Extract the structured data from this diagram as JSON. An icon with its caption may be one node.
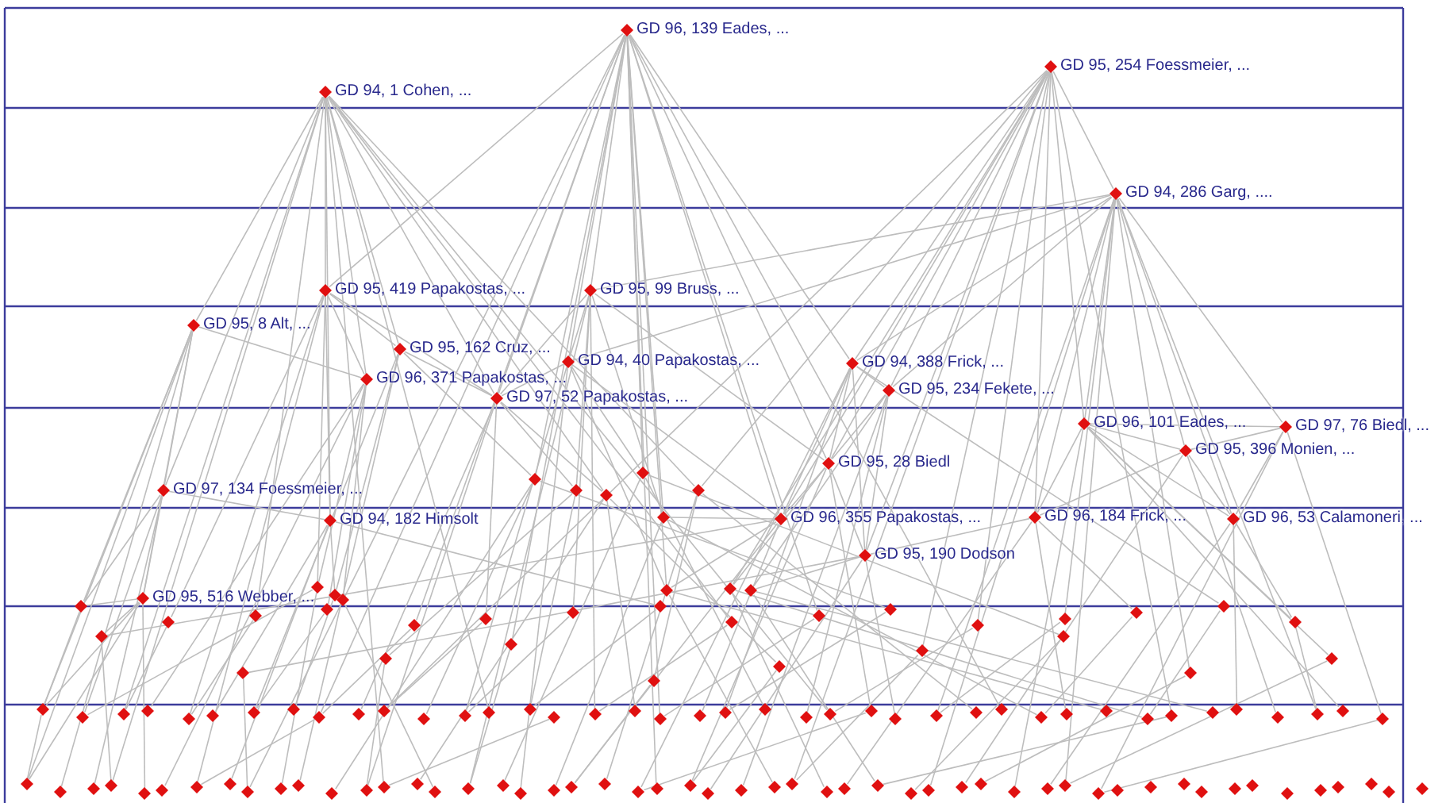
{
  "diagram": {
    "nodes": [
      {
        "text": [
          "GD 96, 139 Eades, ..."
        ]
      },
      {
        "text": [
          "GD 94, 1 Cohen, ..."
        ]
      },
      {
        "text": [
          "GD 95, 254 Foessmeier, ..."
        ]
      },
      {
        "text": [
          "GD 94, 286 Garg, ...."
        ]
      },
      {
        "text": [
          "GD 95, 419 Papakostas, ..."
        ]
      },
      {
        "text": [
          "GD 95, 99 Bruss, ..."
        ]
      },
      {
        "text": [
          "GD 95, 8 Alt, ..."
        ]
      },
      {
        "text": [
          "GD 95, 162 Cruz, ..."
        ]
      },
      {
        "text": [
          "GD 94, 40 Papakostas, ..."
        ]
      },
      {
        "text": [
          "GD 94, 388 Frick, ..."
        ]
      },
      {
        "text": [
          "GD 96, 371 Papakostas, ..."
        ]
      },
      {
        "text": [
          "GD 95, 234 Fekete, ..."
        ]
      },
      {
        "text": [
          "GD 97, 52 Papakostas, ..."
        ]
      },
      {
        "text": [
          "GD 96, 101 Eades, ..."
        ]
      },
      {
        "text": [
          "GD 97, 76 Biedl, ..."
        ]
      },
      {
        "text": [
          "GD 95, 396 Monien, ..."
        ]
      },
      {
        "text": [
          "GD 95, 28 Biedl"
        ]
      },
      {
        "text": [
          "GD 97, 134 Foessmeier, ..."
        ]
      },
      {
        "text": [
          "GD 94, 182 Himsolt"
        ]
      },
      {
        "text": [
          "GD 96, 355 Papakostas, ..."
        ]
      },
      {
        "text": [
          "GD 96, 184 Frick, ..."
        ]
      },
      {
        "text": [
          "GD 96, 53 Calamoneri, ..."
        ]
      },
      {
        "text": [
          "GD 95, 190 Dodson"
        ]
      },
      {
        "text": [
          "GD 95, 516 Webber, ..."
        ]
      },
      {
        "text": [],
        "shape": "diamond"
      },
      {
        "text": [],
        "shape": "diamond"
      },
      {
        "text": [],
        "shape": "diamond"
      },
      {
        "text": [],
        "shape": "diamond"
      },
      {
        "text": [],
        "shape": "diamond"
      },
      {
        "text": [],
        "shape": "diamond"
      },
      {
        "text": [],
        "shape": "diamond"
      },
      {
        "text": [],
        "shape": "diamond"
      },
      {
        "text": [],
        "shape": "diamond"
      },
      {
        "text": [],
        "shape": "diamond"
      },
      {
        "text": [],
        "shape": "diamond"
      },
      {
        "text": [],
        "shape": "diamond"
      },
      {
        "text": [],
        "shape": "diamond"
      },
      {
        "text": [],
        "shape": "diamond"
      },
      {
        "text": [],
        "shape": "diamond"
      },
      {
        "text": [],
        "shape": "diamond"
      },
      {
        "text": [],
        "shape": "diamond"
      },
      {
        "text": [],
        "shape": "diamond"
      },
      {
        "text": [],
        "shape": "diamond"
      },
      {
        "text": [],
        "shape": "diamond"
      },
      {
        "text": [],
        "shape": "diamond"
      },
      {
        "text": [],
        "shape": "diamond"
      },
      {
        "text": [],
        "shape": "diamond"
      },
      {
        "text": [],
        "shape": "diamond"
      },
      {
        "text": [],
        "shape": "diamond"
      },
      {
        "text": [],
        "shape": "diamond"
      },
      {
        "text": [],
        "shape": "diamond"
      },
      {
        "text": [],
        "shape": "diamond"
      },
      {
        "text": [],
        "shape": "diamond"
      },
      {
        "text": [],
        "shape": "diamond"
      },
      {
        "text": [],
        "shape": "diamond"
      },
      {
        "text": [],
        "shape": "diamond"
      },
      {
        "text": [],
        "shape": "diamond"
      },
      {
        "text": [],
        "shape": "diamond"
      },
      {
        "text": [],
        "shape": "diamond"
      },
      {
        "text": [],
        "shape": "diamond"
      },
      {
        "text": [],
        "shape": "diamond"
      },
      {
        "text": [],
        "shape": "diamond"
      },
      {
        "text": [],
        "shape": "diamond"
      },
      {
        "text": [],
        "shape": "diamond"
      },
      {
        "text": [],
        "shape": "diamond"
      },
      {
        "text": [],
        "shape": "diamond"
      },
      {
        "text": [],
        "shape": "diamond"
      },
      {
        "text": [],
        "shape": "diamond"
      },
      {
        "text": [],
        "shape": "diamond"
      },
      {
        "text": [],
        "shape": "diamond"
      },
      {
        "text": [],
        "shape": "diamond"
      },
      {
        "text": [],
        "shape": "diamond"
      },
      {
        "text": [],
        "shape": "diamond"
      },
      {
        "text": [],
        "shape": "diamond"
      },
      {
        "text": [],
        "shape": "diamond"
      },
      {
        "text": [],
        "shape": "diamond"
      },
      {
        "text": [],
        "shape": "diamond"
      },
      {
        "text": [],
        "shape": "diamond"
      },
      {
        "text": [],
        "shape": "diamond"
      },
      {
        "text": [],
        "shape": "diamond"
      },
      {
        "text": [],
        "shape": "diamond"
      },
      {
        "text": [],
        "shape": "diamond"
      },
      {
        "text": [],
        "shape": "diamond"
      },
      {
        "text": [],
        "shape": "diamond"
      },
      {
        "text": [],
        "shape": "diamond"
      },
      {
        "text": [],
        "shape": "diamond"
      },
      {
        "text": [],
        "shape": "diamond"
      },
      {
        "text": [],
        "shape": "diamond"
      },
      {
        "text": [],
        "shape": "diamond"
      },
      {
        "text": [],
        "shape": "diamond"
      },
      {
        "text": [],
        "shape": "diamond"
      },
      {
        "text": [],
        "shape": "diamond"
      },
      {
        "text": [],
        "shape": "diamond"
      },
      {
        "text": [],
        "shape": "diamond"
      },
      {
        "text": [],
        "shape": "diamond"
      },
      {
        "text": [],
        "shape": "diamond"
      },
      {
        "text": [],
        "shape": "diamond"
      },
      {
        "text": [],
        "shape": "diamond"
      },
      {
        "text": [],
        "shape": "diamond"
      },
      {
        "text": [],
        "shape": "diamond"
      },
      {
        "text": [],
        "shape": "diamond"
      },
      {
        "text": [],
        "shape": "diamond"
      },
      {
        "text": [],
        "shape": "diamond"
      },
      {
        "text": [],
        "shape": "diamond"
      },
      {
        "text": [],
        "shape": "diamond"
      },
      {
        "text": [],
        "shape": "diamond"
      },
      {
        "text": [],
        "shape": "diamond"
      },
      {
        "text": [],
        "shape": "diamond"
      },
      {
        "text": [],
        "shape": "diamond"
      },
      {
        "text": [],
        "shape": "diamond"
      },
      {
        "text": [],
        "shape": "diamond"
      },
      {
        "text": [],
        "shape": "diamond"
      },
      {
        "text": [],
        "shape": "diamond"
      },
      {
        "text": [],
        "shape": "diamond"
      },
      {
        "text": [],
        "shape": "diamond"
      },
      {
        "text": [],
        "shape": "diamond"
      },
      {
        "text": [],
        "shape": "diamond"
      },
      {
        "text": [],
        "shape": "diamond"
      },
      {
        "text": [],
        "shape": "diamond"
      },
      {
        "text": [],
        "shape": "diamond"
      },
      {
        "text": [],
        "shape": "diamond"
      },
      {
        "text": [],
        "shape": "diamond"
      },
      {
        "text": [],
        "shape": "diamond"
      },
      {
        "text": [],
        "shape": "diamond"
      },
      {
        "text": [],
        "shape": "diamond"
      },
      {
        "text": [],
        "shape": "diamond"
      },
      {
        "text": [],
        "shape": "diamond"
      },
      {
        "text": [],
        "shape": "diamond"
      },
      {
        "text": [],
        "shape": "diamond"
      },
      {
        "text": [],
        "shape": "diamond"
      },
      {
        "text": [],
        "shape": "diamond"
      },
      {
        "text": [],
        "shape": "diamond"
      },
      {
        "text": [],
        "shape": "diamond"
      },
      {
        "text": [],
        "shape": "diamond"
      },
      {
        "text": [],
        "shape": "diamond"
      },
      {
        "text": [],
        "shape": "diamond"
      },
      {
        "text": [],
        "shape": "diamond"
      },
      {
        "text": [],
        "shape": "diamond"
      },
      {
        "text": [],
        "shape": "diamond"
      },
      {
        "text": [],
        "shape": "diamond"
      },
      {
        "text": [],
        "shape": "diamond"
      },
      {
        "text": [],
        "shape": "diamond"
      },
      {
        "text": [],
        "shape": "diamond"
      },
      {
        "text": [],
        "shape": "diamond"
      },
      {
        "text": [],
        "shape": "diamond"
      },
      {
        "text": [],
        "shape": "diamond"
      },
      {
        "text": [],
        "shape": "diamond"
      },
      {
        "text": [],
        "shape": "diamond"
      },
      {
        "text": [],
        "shape": "diamond"
      },
      {
        "text": [],
        "shape": "diamond"
      },
      {
        "text": [],
        "shape": "diamond"
      },
      {
        "text": [],
        "shape": "diamond"
      },
      {
        "text": [],
        "shape": "diamond"
      },
      {
        "text": [],
        "shape": "diamond"
      }
    ],
    "edges": [
      {
        "from": 0,
        "to": 4,
        "arrow": "none"
      },
      {
        "from": 0,
        "to": 5,
        "arrow": "none"
      },
      {
        "from": 0,
        "to": 8,
        "arrow": "none"
      },
      {
        "from": 0,
        "to": 9,
        "arrow": "none"
      },
      {
        "from": 0,
        "to": 12,
        "arrow": "none"
      },
      {
        "from": 0,
        "to": 16,
        "arrow": "none"
      },
      {
        "from": 0,
        "to": 19,
        "arrow": "none"
      },
      {
        "from": 0,
        "to": 24,
        "arrow": "none"
      },
      {
        "from": 0,
        "to": 27,
        "arrow": "none"
      },
      {
        "from": 0,
        "to": 29,
        "arrow": "none"
      },
      {
        "from": 0,
        "to": 33,
        "arrow": "none"
      },
      {
        "from": 0,
        "to": 40,
        "arrow": "none"
      },
      {
        "from": 0,
        "to": 45,
        "arrow": "none"
      },
      {
        "from": 0,
        "to": 55,
        "arrow": "none"
      },
      {
        "from": 0,
        "to": 70,
        "arrow": "none"
      },
      {
        "from": 0,
        "to": 80,
        "arrow": "none"
      },
      {
        "from": 0,
        "to": 90,
        "arrow": "none"
      },
      {
        "from": 0,
        "to": 110,
        "arrow": "none"
      },
      {
        "from": 0,
        "to": 125,
        "arrow": "none"
      },
      {
        "from": 1,
        "to": 4,
        "arrow": "none"
      },
      {
        "from": 1,
        "to": 6,
        "arrow": "none"
      },
      {
        "from": 1,
        "to": 7,
        "arrow": "none"
      },
      {
        "from": 1,
        "to": 10,
        "arrow": "none"
      },
      {
        "from": 1,
        "to": 12,
        "arrow": "none"
      },
      {
        "from": 1,
        "to": 17,
        "arrow": "none"
      },
      {
        "from": 1,
        "to": 18,
        "arrow": "none"
      },
      {
        "from": 1,
        "to": 26,
        "arrow": "none"
      },
      {
        "from": 1,
        "to": 28,
        "arrow": "none"
      },
      {
        "from": 1,
        "to": 38,
        "arrow": "none"
      },
      {
        "from": 1,
        "to": 44,
        "arrow": "none"
      },
      {
        "from": 1,
        "to": 64,
        "arrow": "none"
      },
      {
        "from": 1,
        "to": 75,
        "arrow": "none"
      },
      {
        "from": 1,
        "to": 85,
        "arrow": "none"
      },
      {
        "from": 1,
        "to": 105,
        "arrow": "none"
      },
      {
        "from": 1,
        "to": 115,
        "arrow": "none"
      },
      {
        "from": 2,
        "to": 3,
        "arrow": "none"
      },
      {
        "from": 2,
        "to": 9,
        "arrow": "none"
      },
      {
        "from": 2,
        "to": 11,
        "arrow": "none"
      },
      {
        "from": 2,
        "to": 13,
        "arrow": "none"
      },
      {
        "from": 2,
        "to": 16,
        "arrow": "none"
      },
      {
        "from": 2,
        "to": 19,
        "arrow": "none"
      },
      {
        "from": 2,
        "to": 20,
        "arrow": "none"
      },
      {
        "from": 2,
        "to": 22,
        "arrow": "none"
      },
      {
        "from": 2,
        "to": 28,
        "arrow": "none"
      },
      {
        "from": 2,
        "to": 34,
        "arrow": "none"
      },
      {
        "from": 2,
        "to": 47,
        "arrow": "none"
      },
      {
        "from": 2,
        "to": 58,
        "arrow": "none"
      },
      {
        "from": 2,
        "to": 72,
        "arrow": "none"
      },
      {
        "from": 2,
        "to": 95,
        "arrow": "none"
      },
      {
        "from": 2,
        "to": 130,
        "arrow": "none"
      },
      {
        "from": 3,
        "to": 9,
        "arrow": "none"
      },
      {
        "from": 3,
        "to": 11,
        "arrow": "none"
      },
      {
        "from": 3,
        "to": 13,
        "arrow": "none"
      },
      {
        "from": 3,
        "to": 14,
        "arrow": "none"
      },
      {
        "from": 3,
        "to": 15,
        "arrow": "none"
      },
      {
        "from": 3,
        "to": 20,
        "arrow": "none"
      },
      {
        "from": 3,
        "to": 21,
        "arrow": "none"
      },
      {
        "from": 3,
        "to": 5,
        "arrow": "none"
      },
      {
        "from": 3,
        "to": 8,
        "arrow": "none"
      },
      {
        "from": 3,
        "to": 48,
        "arrow": "none"
      },
      {
        "from": 3,
        "to": 60,
        "arrow": "none"
      },
      {
        "from": 3,
        "to": 88,
        "arrow": "none"
      },
      {
        "from": 3,
        "to": 99,
        "arrow": "none"
      },
      {
        "from": 3,
        "to": 135,
        "arrow": "none"
      },
      {
        "from": 3,
        "to": 140,
        "arrow": "none"
      },
      {
        "from": 4,
        "to": 7,
        "arrow": "none"
      },
      {
        "from": 4,
        "to": 10,
        "arrow": "none"
      },
      {
        "from": 4,
        "to": 12,
        "arrow": "none"
      },
      {
        "from": 4,
        "to": 18,
        "arrow": "none"
      },
      {
        "from": 4,
        "to": 30,
        "arrow": "none"
      },
      {
        "from": 4,
        "to": 37,
        "arrow": "none"
      },
      {
        "from": 4,
        "to": 66,
        "arrow": "none"
      },
      {
        "from": 4,
        "to": 108,
        "arrow": "none"
      },
      {
        "from": 5,
        "to": 8,
        "arrow": "none"
      },
      {
        "from": 5,
        "to": 12,
        "arrow": "none"
      },
      {
        "from": 5,
        "to": 16,
        "arrow": "none"
      },
      {
        "from": 5,
        "to": 25,
        "arrow": "none"
      },
      {
        "from": 5,
        "to": 29,
        "arrow": "none"
      },
      {
        "from": 5,
        "to": 42,
        "arrow": "none"
      },
      {
        "from": 5,
        "to": 78,
        "arrow": "none"
      },
      {
        "from": 5,
        "to": 118,
        "arrow": "none"
      },
      {
        "from": 6,
        "to": 17,
        "arrow": "none"
      },
      {
        "from": 6,
        "to": 23,
        "arrow": "none"
      },
      {
        "from": 6,
        "to": 10,
        "arrow": "none"
      },
      {
        "from": 6,
        "to": 36,
        "arrow": "none"
      },
      {
        "from": 6,
        "to": 62,
        "arrow": "none"
      },
      {
        "from": 6,
        "to": 102,
        "arrow": "none"
      },
      {
        "from": 6,
        "to": 103,
        "arrow": "none"
      },
      {
        "from": 7,
        "to": 12,
        "arrow": "none"
      },
      {
        "from": 7,
        "to": 24,
        "arrow": "none"
      },
      {
        "from": 7,
        "to": 31,
        "arrow": "none"
      },
      {
        "from": 7,
        "to": 68,
        "arrow": "none"
      },
      {
        "from": 7,
        "to": 112,
        "arrow": "none"
      },
      {
        "from": 8,
        "to": 12,
        "arrow": "none"
      },
      {
        "from": 8,
        "to": 19,
        "arrow": "none"
      },
      {
        "from": 8,
        "to": 27,
        "arrow": "none"
      },
      {
        "from": 8,
        "to": 33,
        "arrow": "none"
      },
      {
        "from": 8,
        "to": 74,
        "arrow": "none"
      },
      {
        "from": 8,
        "to": 120,
        "arrow": "none"
      },
      {
        "from": 9,
        "to": 11,
        "arrow": "none"
      },
      {
        "from": 9,
        "to": 16,
        "arrow": "none"
      },
      {
        "from": 9,
        "to": 19,
        "arrow": "none"
      },
      {
        "from": 9,
        "to": 22,
        "arrow": "none"
      },
      {
        "from": 9,
        "to": 50,
        "arrow": "none"
      },
      {
        "from": 9,
        "to": 82,
        "arrow": "none"
      },
      {
        "from": 9,
        "to": 124,
        "arrow": "none"
      },
      {
        "from": 10,
        "to": 30,
        "arrow": "none"
      },
      {
        "from": 10,
        "to": 32,
        "arrow": "none"
      },
      {
        "from": 10,
        "to": 39,
        "arrow": "none"
      },
      {
        "from": 10,
        "to": 65,
        "arrow": "none"
      },
      {
        "from": 10,
        "to": 107,
        "arrow": "none"
      },
      {
        "from": 11,
        "to": 16,
        "arrow": "none"
      },
      {
        "from": 11,
        "to": 22,
        "arrow": "none"
      },
      {
        "from": 11,
        "to": 35,
        "arrow": "none"
      },
      {
        "from": 11,
        "to": 84,
        "arrow": "none"
      },
      {
        "from": 11,
        "to": 128,
        "arrow": "none"
      },
      {
        "from": 12,
        "to": 25,
        "arrow": "none"
      },
      {
        "from": 12,
        "to": 26,
        "arrow": "none"
      },
      {
        "from": 12,
        "to": 41,
        "arrow": "none"
      },
      {
        "from": 12,
        "to": 71,
        "arrow": "none"
      },
      {
        "from": 12,
        "to": 114,
        "arrow": "none"
      },
      {
        "from": 13,
        "to": 14,
        "arrow": "none"
      },
      {
        "from": 13,
        "to": 15,
        "arrow": "none"
      },
      {
        "from": 13,
        "to": 20,
        "arrow": "none"
      },
      {
        "from": 13,
        "to": 21,
        "arrow": "none"
      },
      {
        "from": 13,
        "to": 51,
        "arrow": "none"
      },
      {
        "from": 13,
        "to": 61,
        "arrow": "none"
      },
      {
        "from": 13,
        "to": 100,
        "arrow": "none"
      },
      {
        "from": 13,
        "to": 138,
        "arrow": "none"
      },
      {
        "from": 14,
        "to": 21,
        "arrow": "none"
      },
      {
        "from": 14,
        "to": 15,
        "arrow": "none"
      },
      {
        "from": 14,
        "to": 101,
        "arrow": "none"
      },
      {
        "from": 14,
        "to": 141,
        "arrow": "none"
      },
      {
        "from": 15,
        "to": 20,
        "arrow": "none"
      },
      {
        "from": 15,
        "to": 21,
        "arrow": "none"
      },
      {
        "from": 15,
        "to": 98,
        "arrow": "none"
      },
      {
        "from": 15,
        "to": 136,
        "arrow": "none"
      },
      {
        "from": 16,
        "to": 19,
        "arrow": "none"
      },
      {
        "from": 16,
        "to": 22,
        "arrow": "none"
      },
      {
        "from": 16,
        "to": 34,
        "arrow": "none"
      },
      {
        "from": 16,
        "to": 86,
        "arrow": "none"
      },
      {
        "from": 16,
        "to": 126,
        "arrow": "none"
      },
      {
        "from": 17,
        "to": 23,
        "arrow": "none"
      },
      {
        "from": 17,
        "to": 18,
        "arrow": "none"
      },
      {
        "from": 17,
        "to": 36,
        "arrow": "none"
      },
      {
        "from": 17,
        "to": 63,
        "arrow": "none"
      },
      {
        "from": 17,
        "to": 104,
        "arrow": "none"
      },
      {
        "from": 18,
        "to": 31,
        "arrow": "none"
      },
      {
        "from": 18,
        "to": 43,
        "arrow": "none"
      },
      {
        "from": 18,
        "to": 67,
        "arrow": "none"
      },
      {
        "from": 18,
        "to": 109,
        "arrow": "none"
      },
      {
        "from": 19,
        "to": 29,
        "arrow": "none"
      },
      {
        "from": 19,
        "to": 33,
        "arrow": "none"
      },
      {
        "from": 19,
        "to": 52,
        "arrow": "none"
      },
      {
        "from": 19,
        "to": 81,
        "arrow": "none"
      },
      {
        "from": 19,
        "to": 122,
        "arrow": "none"
      },
      {
        "from": 20,
        "to": 22,
        "arrow": "none"
      },
      {
        "from": 20,
        "to": 49,
        "arrow": "none"
      },
      {
        "from": 20,
        "to": 92,
        "arrow": "none"
      },
      {
        "from": 20,
        "to": 132,
        "arrow": "none"
      },
      {
        "from": 21,
        "to": 51,
        "arrow": "none"
      },
      {
        "from": 21,
        "to": 97,
        "arrow": "none"
      },
      {
        "from": 21,
        "to": 139,
        "arrow": "none"
      },
      {
        "from": 22,
        "to": 35,
        "arrow": "none"
      },
      {
        "from": 22,
        "to": 53,
        "arrow": "none"
      },
      {
        "from": 22,
        "to": 87,
        "arrow": "none"
      },
      {
        "from": 22,
        "to": 127,
        "arrow": "none"
      },
      {
        "from": 23,
        "to": 36,
        "arrow": "none"
      },
      {
        "from": 23,
        "to": 52,
        "arrow": "none"
      },
      {
        "from": 23,
        "to": 62,
        "arrow": "none"
      },
      {
        "from": 23,
        "to": 102,
        "arrow": "none"
      },
      {
        "from": 23,
        "to": 106,
        "arrow": "none"
      },
      {
        "from": 24,
        "to": 46,
        "arrow": "none"
      },
      {
        "from": 24,
        "to": 73,
        "arrow": "none"
      },
      {
        "from": 24,
        "to": 113,
        "arrow": "none"
      },
      {
        "from": 25,
        "to": 54,
        "arrow": "none"
      },
      {
        "from": 25,
        "to": 76,
        "arrow": "none"
      },
      {
        "from": 26,
        "to": 57,
        "arrow": "none"
      },
      {
        "from": 26,
        "to": 79,
        "arrow": "none"
      },
      {
        "from": 26,
        "to": 116,
        "arrow": "none"
      },
      {
        "from": 27,
        "to": 59,
        "arrow": "none"
      },
      {
        "from": 27,
        "to": 83,
        "arrow": "none"
      },
      {
        "from": 27,
        "to": 119,
        "arrow": "none"
      },
      {
        "from": 28,
        "to": 56,
        "arrow": "none"
      },
      {
        "from": 28,
        "to": 89,
        "arrow": "none"
      },
      {
        "from": 28,
        "to": 123,
        "arrow": "none"
      },
      {
        "from": 29,
        "to": 91,
        "arrow": "none"
      },
      {
        "from": 29,
        "to": 121,
        "arrow": "none"
      },
      {
        "from": 30,
        "to": 63,
        "arrow": "none"
      },
      {
        "from": 30,
        "to": 111,
        "arrow": "none"
      },
      {
        "from": 31,
        "to": 69,
        "arrow": "none"
      },
      {
        "from": 32,
        "to": 117,
        "arrow": "none"
      },
      {
        "from": 33,
        "to": 93,
        "arrow": "none"
      },
      {
        "from": 33,
        "to": 129,
        "arrow": "none"
      },
      {
        "from": 34,
        "to": 94,
        "arrow": "none"
      },
      {
        "from": 34,
        "to": 131,
        "arrow": "none"
      },
      {
        "from": 35,
        "to": 96,
        "arrow": "none"
      },
      {
        "from": 35,
        "to": 133,
        "arrow": "none"
      },
      {
        "from": 36,
        "to": 62,
        "arrow": "none"
      },
      {
        "from": 37,
        "to": 64,
        "arrow": "none"
      },
      {
        "from": 38,
        "to": 66,
        "arrow": "none"
      },
      {
        "from": 39,
        "to": 68,
        "arrow": "none"
      },
      {
        "from": 40,
        "to": 70,
        "arrow": "none"
      },
      {
        "from": 41,
        "to": 72,
        "arrow": "none"
      },
      {
        "from": 42,
        "to": 74,
        "arrow": "none"
      },
      {
        "from": 43,
        "to": 76,
        "arrow": "none"
      },
      {
        "from": 44,
        "to": 78,
        "arrow": "none"
      },
      {
        "from": 45,
        "to": 80,
        "arrow": "none"
      },
      {
        "from": 46,
        "to": 82,
        "arrow": "none"
      },
      {
        "from": 47,
        "to": 85,
        "arrow": "none"
      },
      {
        "from": 48,
        "to": 88,
        "arrow": "none"
      },
      {
        "from": 49,
        "to": 91,
        "arrow": "none"
      },
      {
        "from": 50,
        "to": 94,
        "arrow": "none"
      },
      {
        "from": 51,
        "to": 99,
        "arrow": "none"
      },
      {
        "from": 52,
        "to": 105,
        "arrow": "none"
      },
      {
        "from": 53,
        "to": 110,
        "arrow": "none"
      },
      {
        "from": 54,
        "to": 114,
        "arrow": "none"
      },
      {
        "from": 55,
        "to": 118,
        "arrow": "none"
      },
      {
        "from": 56,
        "to": 122,
        "arrow": "none"
      },
      {
        "from": 57,
        "to": 126,
        "arrow": "none"
      },
      {
        "from": 58,
        "to": 130,
        "arrow": "none"
      },
      {
        "from": 59,
        "to": 134,
        "arrow": "none"
      },
      {
        "from": 60,
        "to": 137,
        "arrow": "none"
      },
      {
        "from": 61,
        "to": 140,
        "arrow": "none"
      },
      {
        "from": 62,
        "to": 102,
        "arrow": "none"
      },
      {
        "from": 70,
        "to": 108,
        "arrow": "none"
      },
      {
        "from": 77,
        "to": 115,
        "arrow": "none"
      },
      {
        "from": 86,
        "to": 124,
        "arrow": "none"
      },
      {
        "from": 95,
        "to": 133,
        "arrow": "none"
      },
      {
        "from": 101,
        "to": 141,
        "arrow": "none"
      }
    ]
  }
}
